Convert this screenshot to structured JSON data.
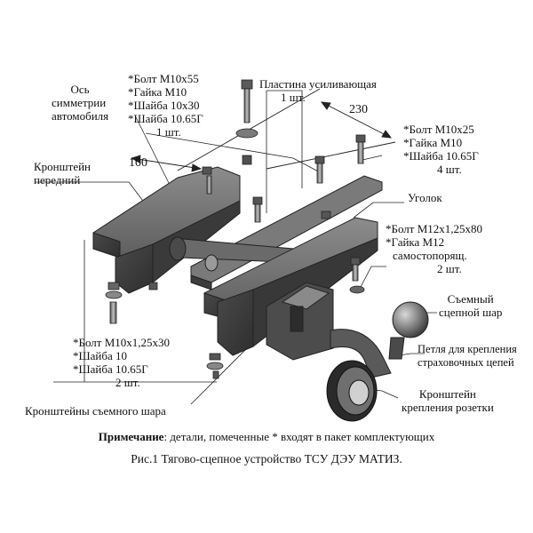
{
  "labels": {
    "axis": [
      "Ось",
      "симметрии",
      "автомобиля"
    ],
    "bolts_left": [
      "*Болт М10х55",
      "*Гайка М10",
      "*Шайба 10х30",
      "*Шайба 10.65Г",
      "1 шт."
    ],
    "plate": [
      "Пластина усиливающая",
      "1 шт."
    ],
    "bolts_right": [
      "*Болт М10х25",
      "*Гайка М10",
      "*Шайба 10.65Г",
      "4 шт."
    ],
    "bracket_front": [
      "Кронштейн",
      "передний"
    ],
    "ugolok": "Уголок",
    "bolts_m12": [
      "*Болт М12х1,25х80",
      "*Гайка М12",
      "самостопорящ.",
      "2 шт."
    ],
    "ball": [
      "Съемный",
      "сцепной шар"
    ],
    "loop": [
      "Петля для крепления",
      "страховочных цепей"
    ],
    "socket": [
      "Кронштейн",
      "крепления розетки"
    ],
    "bolts_bottom": [
      "*Болт М10х1,25х30",
      "*Шайба 10",
      "*Шайба 10.65Г",
      "2 шт."
    ],
    "ball_brackets": "Кронштейны съемного шара"
  },
  "dimensions": {
    "d100": "100",
    "d230": "230"
  },
  "note": {
    "bold": "Примечание",
    "text": ": детали, помеченные * входят в пакет комплектующих"
  },
  "caption": "Рис.1 Тягово-сцепное устройство ТСУ ДЭУ МАТИЗ."
}
